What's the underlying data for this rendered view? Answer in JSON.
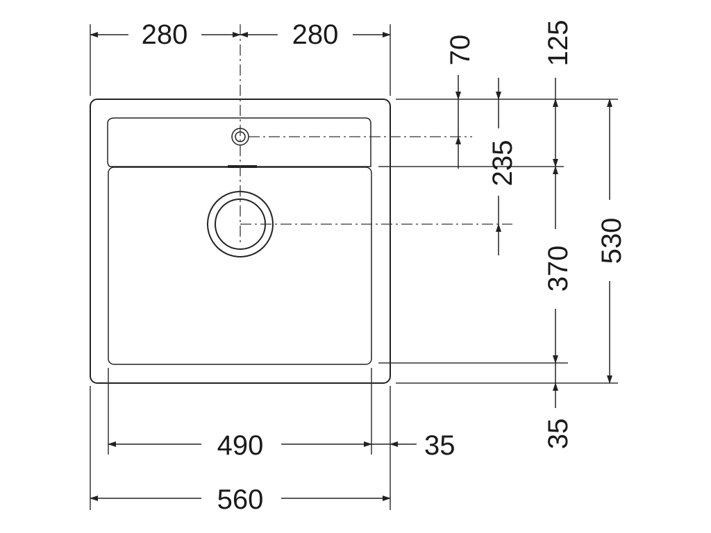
{
  "drawing": {
    "type": "sink dimension drawing",
    "units": "mm",
    "dimensions": {
      "half_width_left": "280",
      "half_width_right": "280",
      "tap_hole_offset": "70",
      "bowl_offset_top": "125",
      "waste_offset": "235",
      "overall_depth": "530",
      "bowl_depth": "370",
      "bowl_width": "490",
      "rim_width": "35",
      "overall_width": "560",
      "rim_depth": "35"
    }
  }
}
